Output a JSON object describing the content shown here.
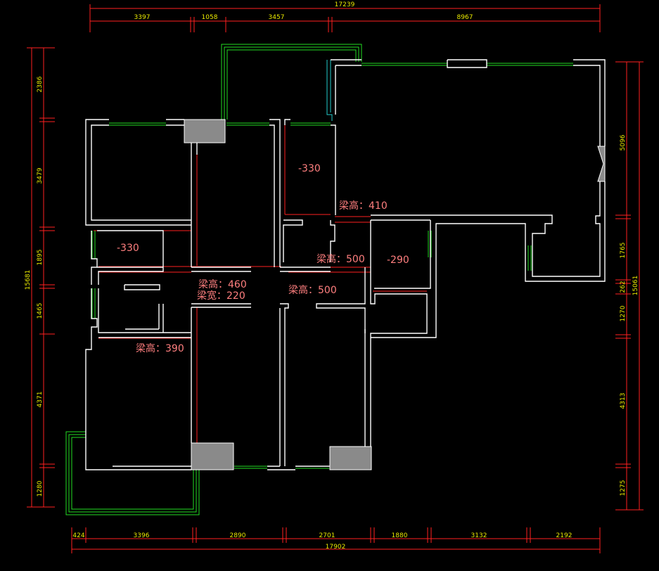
{
  "dimensions": {
    "top_total": "17239",
    "top": [
      "3397",
      "1058",
      "3457",
      "8967"
    ],
    "bottom": [
      "424",
      "3396",
      "2890",
      "2701",
      "1880",
      "3132",
      "2192"
    ],
    "bottom_total": "17902",
    "left": [
      "2386",
      "3479",
      "1895",
      "1465",
      "4371",
      "1280"
    ],
    "left_total": "15681",
    "right": [
      "5096",
      "1765",
      "262",
      "1270",
      "4313",
      "1275"
    ],
    "right_total": "15061"
  },
  "labels": {
    "floor_330_right": "-330",
    "floor_330_left": "-330",
    "floor_290": "-290",
    "beam_410": "梁高：410",
    "beam_500_a": "梁高：500",
    "beam_500_b": "梁高：500",
    "beam_460": "梁高：460",
    "beam_width_220": "梁宽：220",
    "beam_390": "梁高：390"
  },
  "colors": {
    "wall": "#ffffff",
    "window": "#22dd22",
    "beam": "#ff2020",
    "dimension_line": "#ff2020",
    "dimension_text": "#e8e800",
    "label_text": "#ff7f7f",
    "column_fill": "#8a8a8a"
  }
}
